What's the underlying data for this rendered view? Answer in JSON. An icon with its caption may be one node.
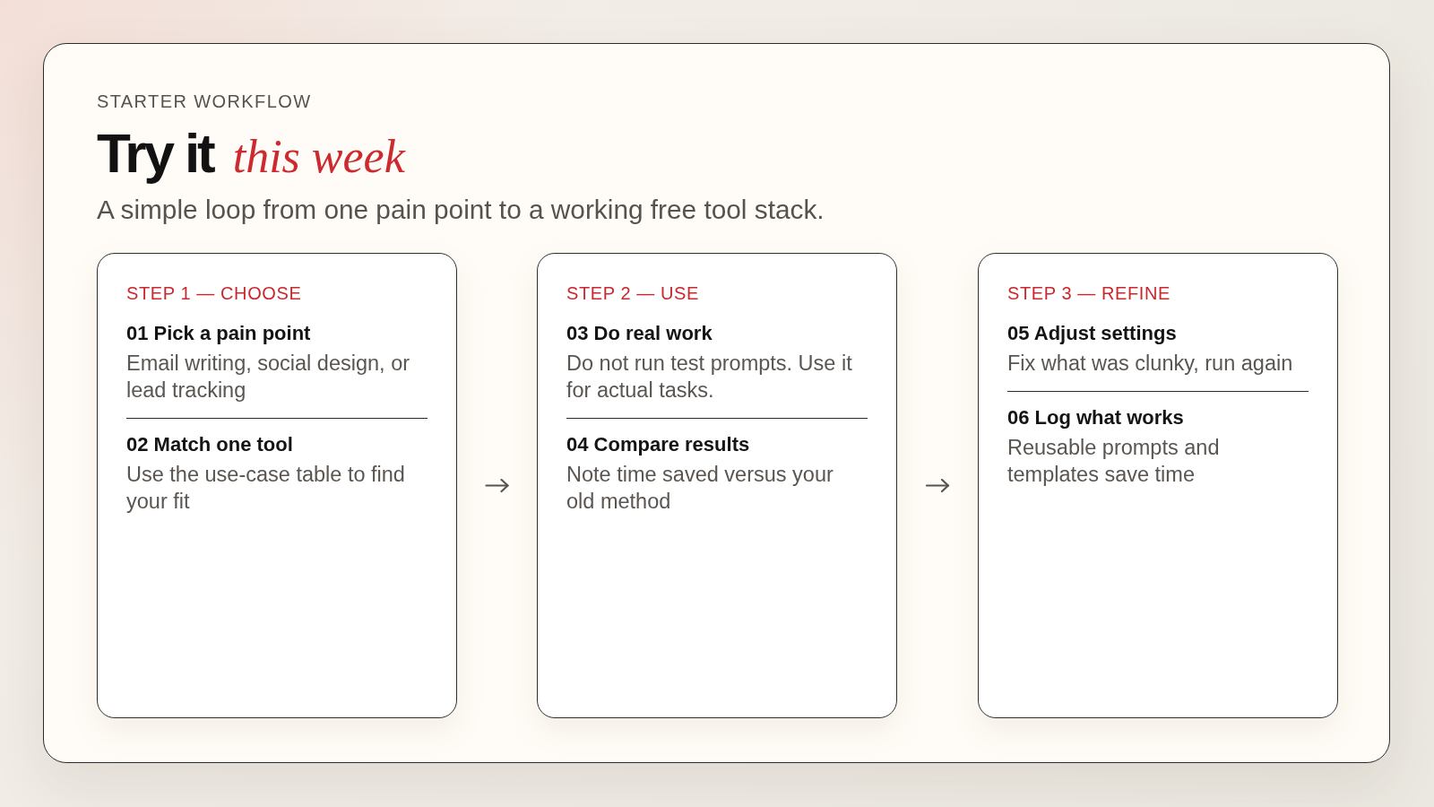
{
  "diagram": {
    "title": "Try it *this week*",
    "nodes": [
      {
        "text": [
          "STEP 1 — CHOOSE",
          "01 Pick a pain point",
          "Email writing, social design, or lead tracking",
          "02 Match one tool",
          "Use the use-case table to find your fit"
        ]
      },
      {
        "text": [
          "STEP 2 — USE",
          "03 Do real work",
          "Do not run test prompts. Use it for actual tasks.",
          "04 Compare results",
          "Note time saved versus your old method"
        ]
      },
      {
        "text": [
          "STEP 3 — REFINE",
          "05 Adjust settings",
          "Fix what was clunky, run again",
          "06 Log what works",
          "Reusable prompts and templates save time"
        ]
      }
    ],
    "edges": [
      {
        "from": 0,
        "to": 1,
        "arrow": "to"
      },
      {
        "from": 1,
        "to": 2,
        "arrow": "to"
      }
    ],
    "labels": [
      "STARTER WORKFLOW",
      "A simple loop from one pain point to a working free tool stack."
    ]
  }
}
